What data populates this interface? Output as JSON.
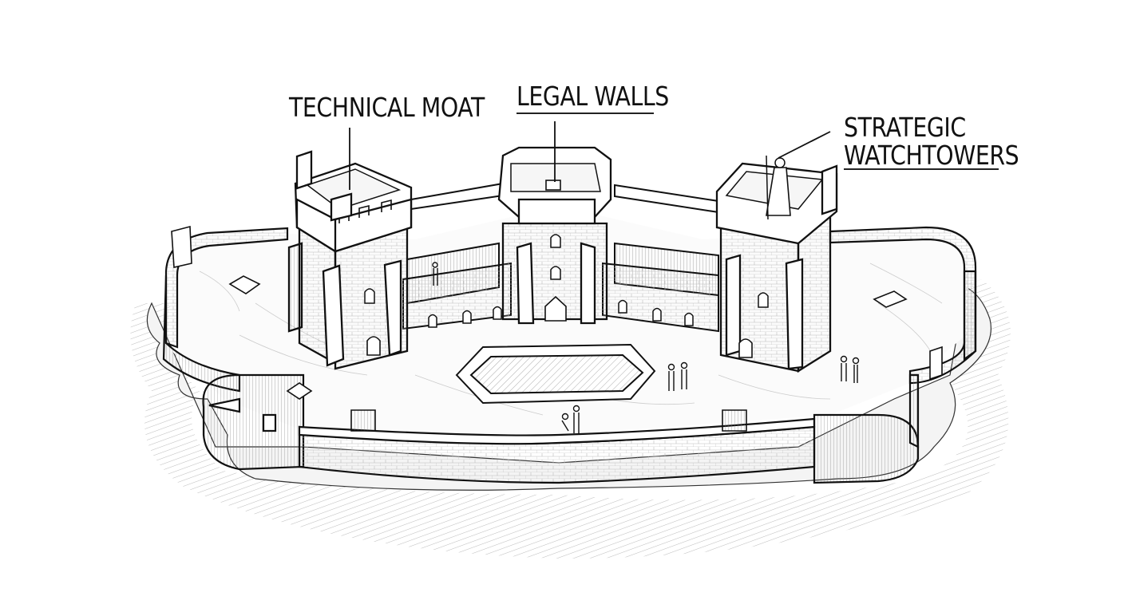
{
  "diagram": {
    "subject": "Castle fortress illustration",
    "labels": [
      {
        "id": "technical-moat",
        "text": "TECHNICAL MOAT",
        "underlined": false
      },
      {
        "id": "legal-walls",
        "text": "LEGAL WALLS",
        "underlined": true
      },
      {
        "id": "strategic-watchtowers",
        "lines": [
          "STRATEGIC",
          "WATCHTOWERS"
        ],
        "underlined": true
      }
    ],
    "colors": {
      "ink": "#111111",
      "paper": "#ffffff",
      "hatch": "#8a8a8a"
    }
  }
}
